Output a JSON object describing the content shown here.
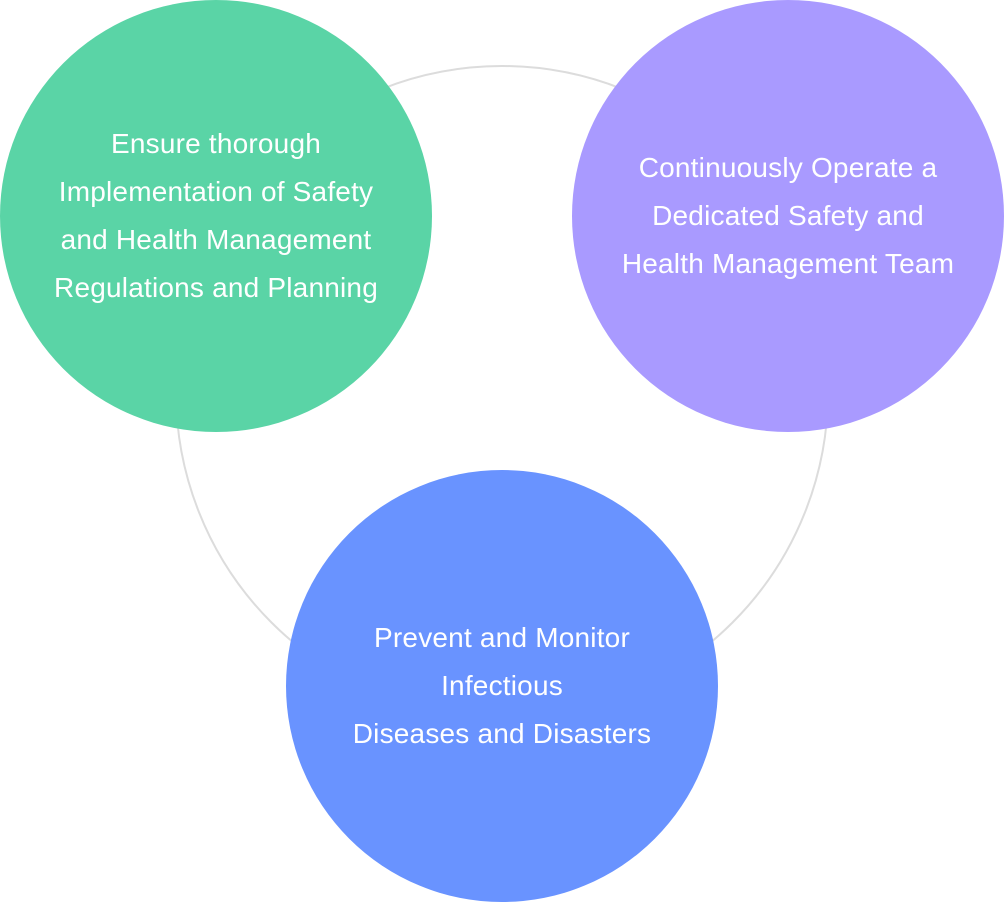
{
  "diagram": {
    "ring_color": "#dcdcdc",
    "bubbles": [
      {
        "color": "#5ad4a6",
        "lines": [
          "Ensure thorough",
          "Implementation of Safety",
          "and Health Management",
          "Regulations and Planning"
        ]
      },
      {
        "color": "#a99aff",
        "lines": [
          "Continuously Operate a",
          "Dedicated Safety and",
          "Health Management Team"
        ]
      },
      {
        "color": "#6993ff",
        "lines": [
          "Prevent and Monitor",
          "Infectious",
          "Diseases and Disasters"
        ]
      }
    ]
  }
}
